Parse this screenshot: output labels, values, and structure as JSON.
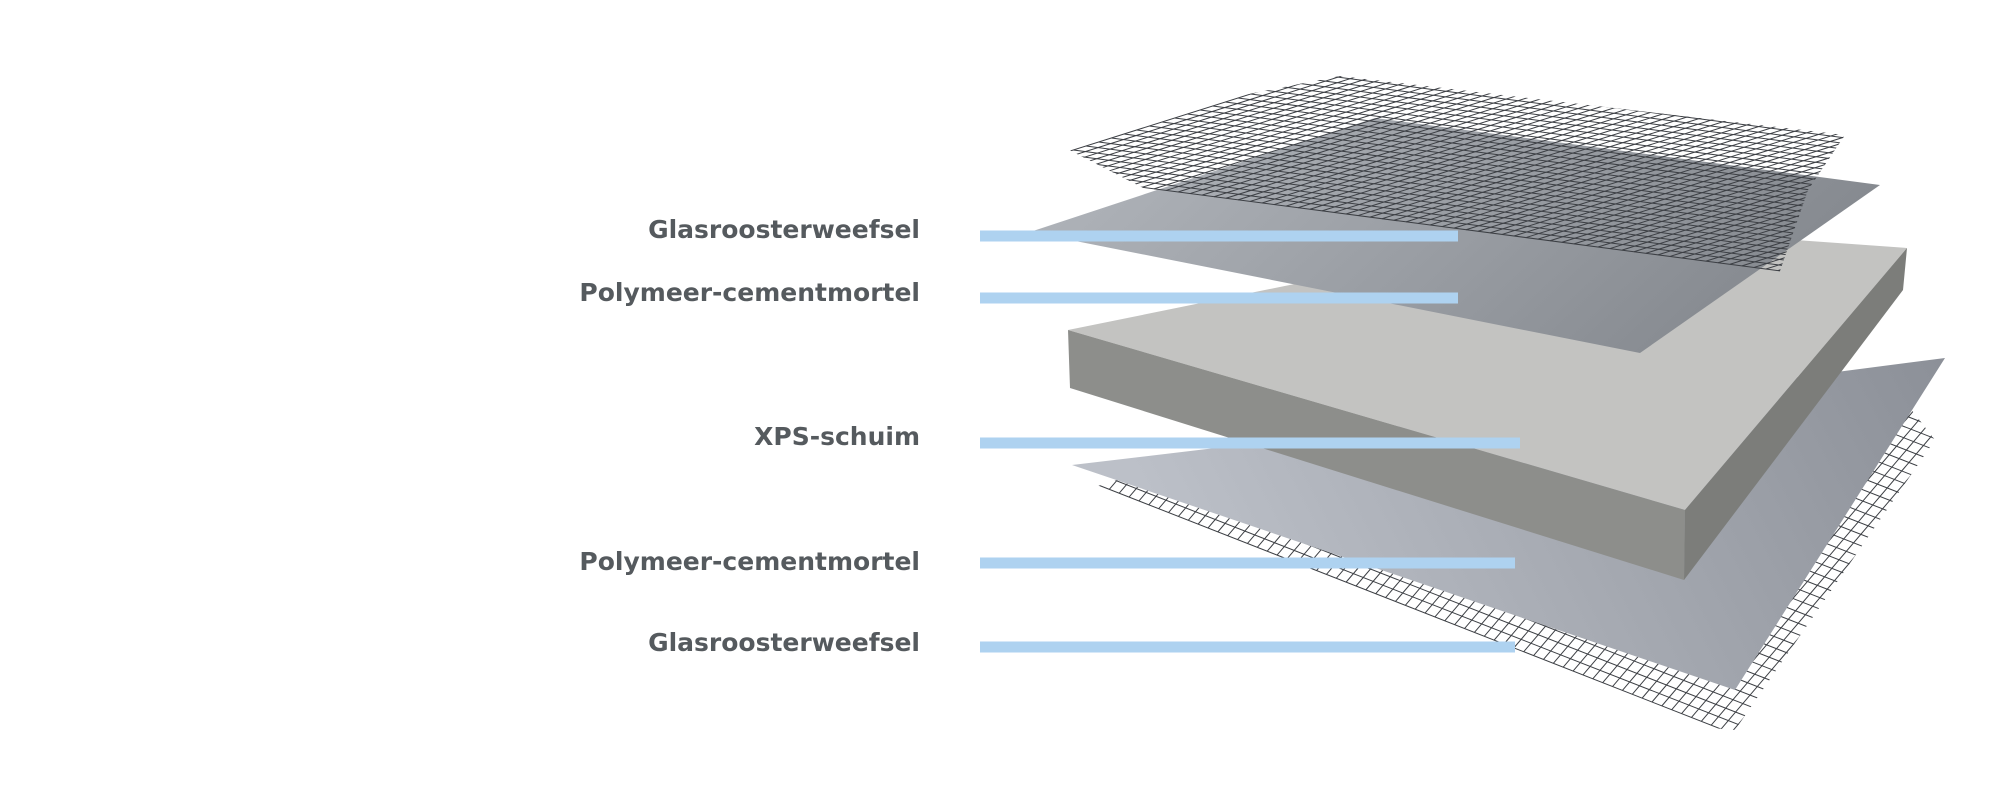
{
  "diagram": {
    "layers": [
      {
        "id": "top-mesh",
        "label": "Glasroosterweefsel"
      },
      {
        "id": "top-mortar",
        "label": "Polymeer-cementmortel"
      },
      {
        "id": "foam-core",
        "label": "XPS-schuim"
      },
      {
        "id": "bottom-mortar",
        "label": "Polymeer-cementmortel"
      },
      {
        "id": "bottom-mesh",
        "label": "Glasroosterweefsel"
      }
    ],
    "colors": {
      "leader": "#aed2f0",
      "label_text": "#555a5e",
      "mortar_sheet": "#9ea2a9",
      "foam_top": "#c3c3c1",
      "foam_front": "#8d8e8b",
      "foam_side": "#7c7d7a",
      "mesh": "#3c3f44"
    }
  }
}
